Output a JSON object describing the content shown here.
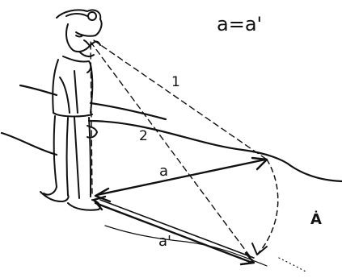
{
  "formula": "a=a'",
  "labels": {
    "line_1": "1",
    "line_2": "2",
    "segment_a": "a",
    "segment_a_prime": "a'",
    "point_a": "Ȧ"
  }
}
